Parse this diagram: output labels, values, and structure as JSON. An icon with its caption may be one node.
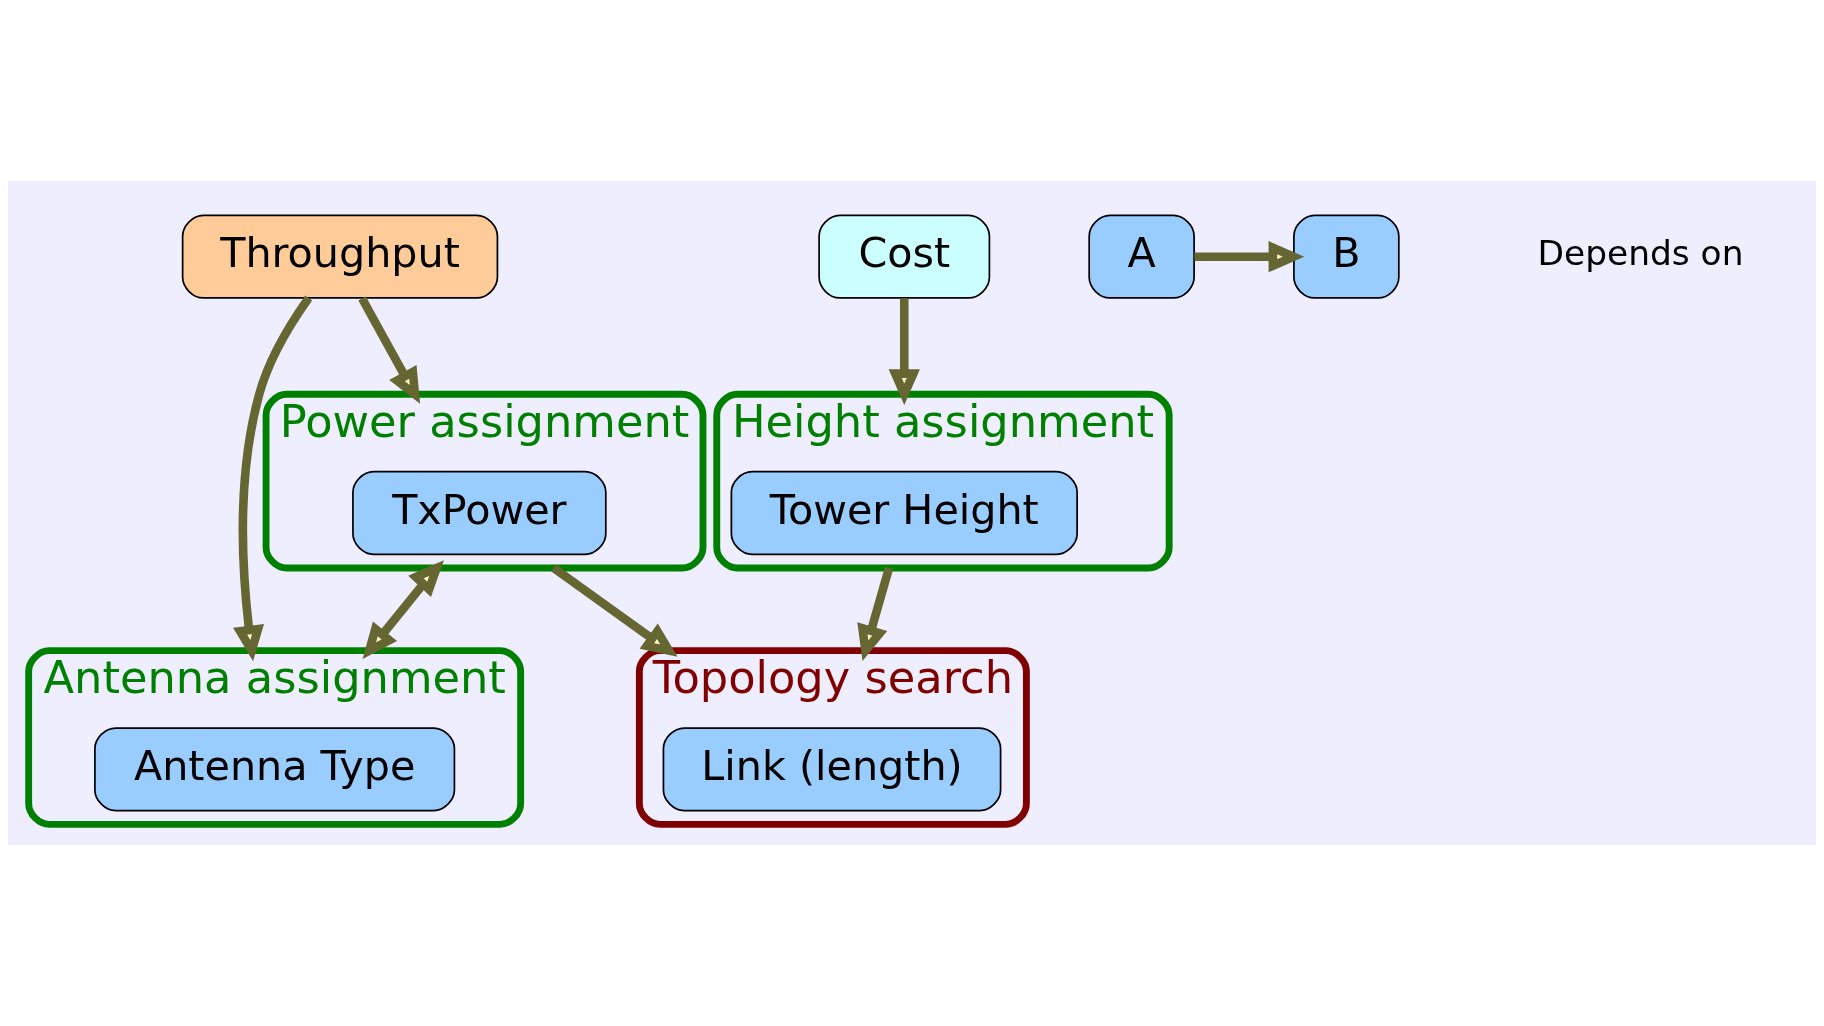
{
  "diagram": {
    "nodes": [
      {
        "text": [
          "Throughput"
        ]
      },
      {
        "text": [
          "Power assignment"
        ]
      },
      {
        "text": [
          "TxPower"
        ],
        "in": 1
      },
      {
        "text": [
          "Antenna assignment"
        ]
      },
      {
        "text": [
          "Antenna Type"
        ],
        "in": 3
      },
      {
        "text": [
          "Topology search"
        ]
      },
      {
        "text": [
          "Link (length)"
        ],
        "in": 5
      },
      {
        "text": [
          "Cost"
        ]
      },
      {
        "text": [
          "Height assignment"
        ]
      },
      {
        "text": [
          "Tower Height"
        ],
        "in": 8
      },
      {
        "text": [
          "A"
        ]
      },
      {
        "text": [
          "B"
        ]
      }
    ],
    "edges": [
      {
        "from": 0,
        "to": 1,
        "arrow": "to"
      },
      {
        "from": 0,
        "to": 3,
        "arrow": "to"
      },
      {
        "from": 1,
        "to": 3,
        "arrow": "both"
      },
      {
        "from": 1,
        "to": 5,
        "arrow": "to"
      },
      {
        "from": 8,
        "to": 5,
        "arrow": "to"
      },
      {
        "from": 7,
        "to": 8,
        "arrow": "to"
      },
      {
        "from": 10,
        "to": 11,
        "arrow": "to"
      }
    ],
    "labels": [
      "Depends on"
    ]
  }
}
